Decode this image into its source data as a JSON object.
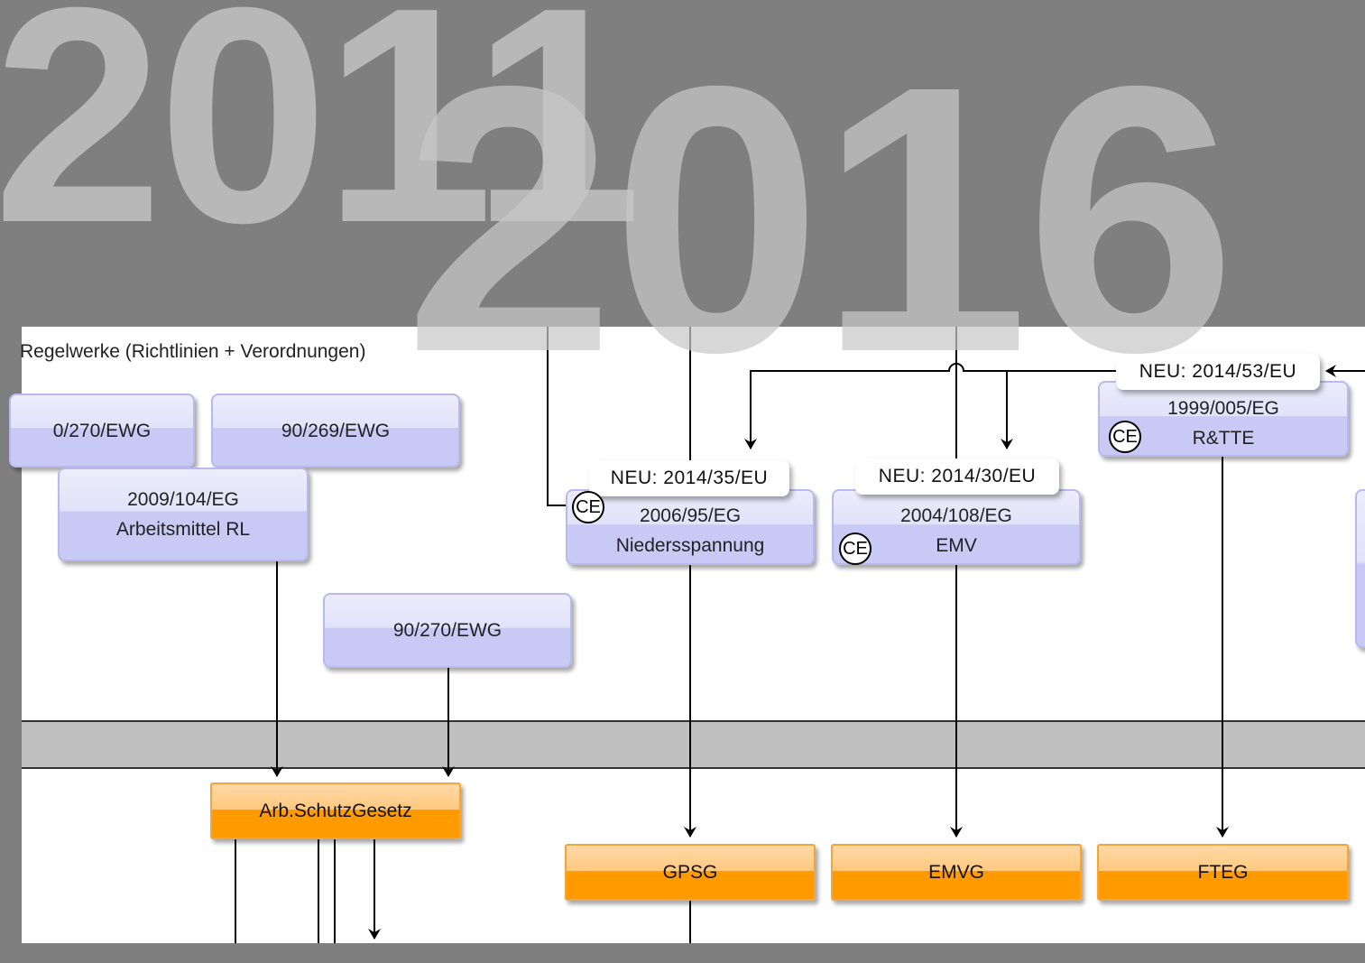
{
  "years": {
    "a": "2011",
    "b": "2016"
  },
  "section_title": "Regelwerke (Richtlinien + Verordnungen)",
  "directives": [
    {
      "id": "d1",
      "line1": "0/270/EWG",
      "line2": ""
    },
    {
      "id": "d2",
      "line1": "90/269/EWG",
      "line2": ""
    },
    {
      "id": "d3",
      "line1": "2009/104/EG",
      "line2": "Arbeitsmittel RL"
    },
    {
      "id": "d4",
      "line1": "90/270/EWG",
      "line2": ""
    },
    {
      "id": "d5",
      "line1": "2006/95/EG",
      "line2": "Niedersspannung"
    },
    {
      "id": "d6",
      "line1": "2004/108/EG",
      "line2": "EMV"
    },
    {
      "id": "d7",
      "line1": "1999/005/EG",
      "line2": "R&TTE"
    }
  ],
  "updates": [
    {
      "id": "u1",
      "label": "NEU: 2014/35/EU"
    },
    {
      "id": "u2",
      "label": "NEU: 2014/30/EU"
    },
    {
      "id": "u3",
      "label": "NEU: 2014/53/EU"
    }
  ],
  "ce_mark": "CE",
  "laws": [
    {
      "id": "l1",
      "label": "Arb.SchutzGesetz"
    },
    {
      "id": "l2",
      "label": "GPSG"
    },
    {
      "id": "l3",
      "label": "EMVG"
    },
    {
      "id": "l4",
      "label": "FTEG"
    }
  ]
}
